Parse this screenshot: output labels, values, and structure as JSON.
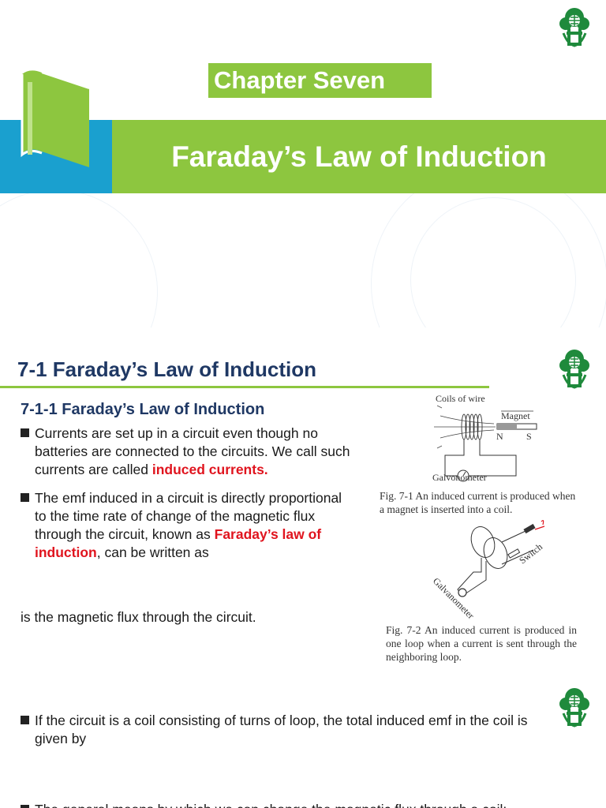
{
  "slide1": {
    "chapter_label": "Chapter Seven",
    "title": "Faraday’s Law of Induction"
  },
  "slide2": {
    "section_title": "7-1 Faraday’s Law of Induction",
    "subsection_title": "7-1-1 Faraday’s Law of Induction",
    "bullet1": {
      "text": "Currents are set up in a circuit even though no batteries are connected to the circuits. We call such currents are called ",
      "highlight": "induced currents."
    },
    "bullet2": {
      "text": "The emf induced in a circuit is directly proportional to the time rate of change of the magnetic flux through the circuit, known as ",
      "highlight": "Faraday’s law of induction",
      "suffix": ", can be written as"
    },
    "flux_note": "is the magnetic flux through the circuit.",
    "fig1": {
      "coils_label": "Coils of wire",
      "magnet_label": "Magnet",
      "north": "N",
      "south": "S",
      "galvanometer_label": "Galvonometer",
      "caption": "Fig. 7-1  An induced current is produced when a magnet is inserted into a coil."
    },
    "fig2": {
      "switch_label": "Switch",
      "galvanometer_label": "Galvanometer",
      "caption": "Fig. 7-2  An induced current is produced in one loop when a current is sent through the neighboring loop."
    }
  },
  "slide3": {
    "bullet1": "If the circuit is a coil consisting of  turns of loop, the total induced emf in the coil is given by",
    "bullet2_partial": "The general means by which we can change the magnetic flux through a coil:"
  },
  "colors": {
    "green": "#8dc63f",
    "blue": "#1aa0cf",
    "navy": "#1f3864",
    "red": "#e0141e",
    "logo_green": "#1f8a3c"
  }
}
